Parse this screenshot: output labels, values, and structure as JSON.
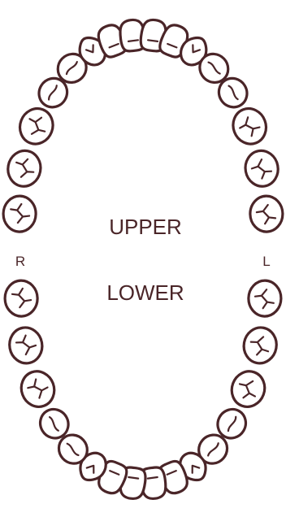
{
  "labels": {
    "upper": "UPPER",
    "lower": "LOWER",
    "right": "R",
    "left": "L"
  },
  "colors": {
    "outline": "#4a2528",
    "fill": "#ffffff"
  },
  "arches": {
    "upper": {
      "teeth": [
        {
          "type": "molar"
        },
        {
          "type": "molar"
        },
        {
          "type": "molar"
        },
        {
          "type": "premolar"
        },
        {
          "type": "premolar"
        },
        {
          "type": "canine"
        },
        {
          "type": "incisor"
        },
        {
          "type": "incisor"
        },
        {
          "type": "incisor"
        },
        {
          "type": "incisor"
        },
        {
          "type": "canine"
        },
        {
          "type": "premolar"
        },
        {
          "type": "premolar"
        },
        {
          "type": "molar"
        },
        {
          "type": "molar"
        },
        {
          "type": "molar"
        }
      ]
    },
    "lower": {
      "teeth": [
        {
          "type": "molar"
        },
        {
          "type": "molar"
        },
        {
          "type": "molar"
        },
        {
          "type": "premolar"
        },
        {
          "type": "premolar"
        },
        {
          "type": "canine"
        },
        {
          "type": "incisor"
        },
        {
          "type": "incisor"
        },
        {
          "type": "incisor"
        },
        {
          "type": "incisor"
        },
        {
          "type": "canine"
        },
        {
          "type": "premolar"
        },
        {
          "type": "premolar"
        },
        {
          "type": "molar"
        },
        {
          "type": "molar"
        },
        {
          "type": "molar"
        }
      ]
    }
  }
}
